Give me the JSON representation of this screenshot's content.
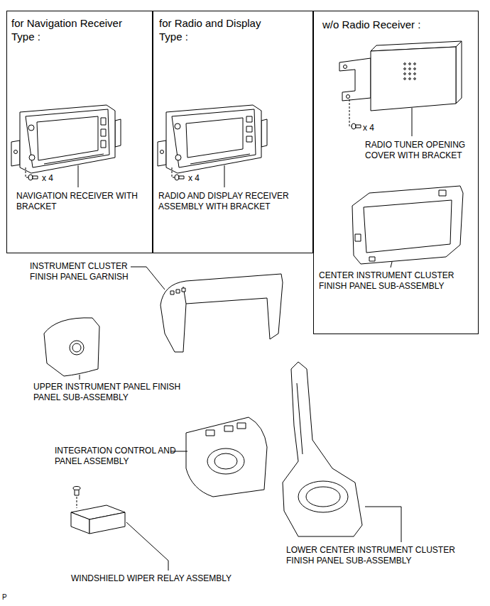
{
  "diagram": {
    "nodes": [
      {
        "text": [
          "for Navigation Receiver Type :",
          "x 4",
          "NAVIGATION RECEIVER WITH BRACKET"
        ]
      },
      {
        "text": [
          "for Radio and Display Type :",
          "x 4",
          "RADIO AND DISPLAY RECEIVER ASSEMBLY WITH BRACKET"
        ]
      },
      {
        "text": [
          "w/o Radio Receiver :",
          "x 4",
          "RADIO TUNER OPENING COVER WITH BRACKET",
          "CENTER INSTRUMENT CLUSTER FINISH PANEL SUB-ASSEMBLY"
        ]
      }
    ],
    "labels": [
      "INSTRUMENT CLUSTER FINISH PANEL GARNISH",
      "UPPER INSTRUMENT PANEL FINISH PANEL SUB-ASSEMBLY",
      "INTEGRATION CONTROL AND PANEL ASSEMBLY",
      "LOWER CENTER INSTRUMENT CLUSTER FINISH PANEL SUB-ASSEMBLY",
      "WINDSHIELD WIPER RELAY ASSEMBLY",
      "P"
    ]
  }
}
